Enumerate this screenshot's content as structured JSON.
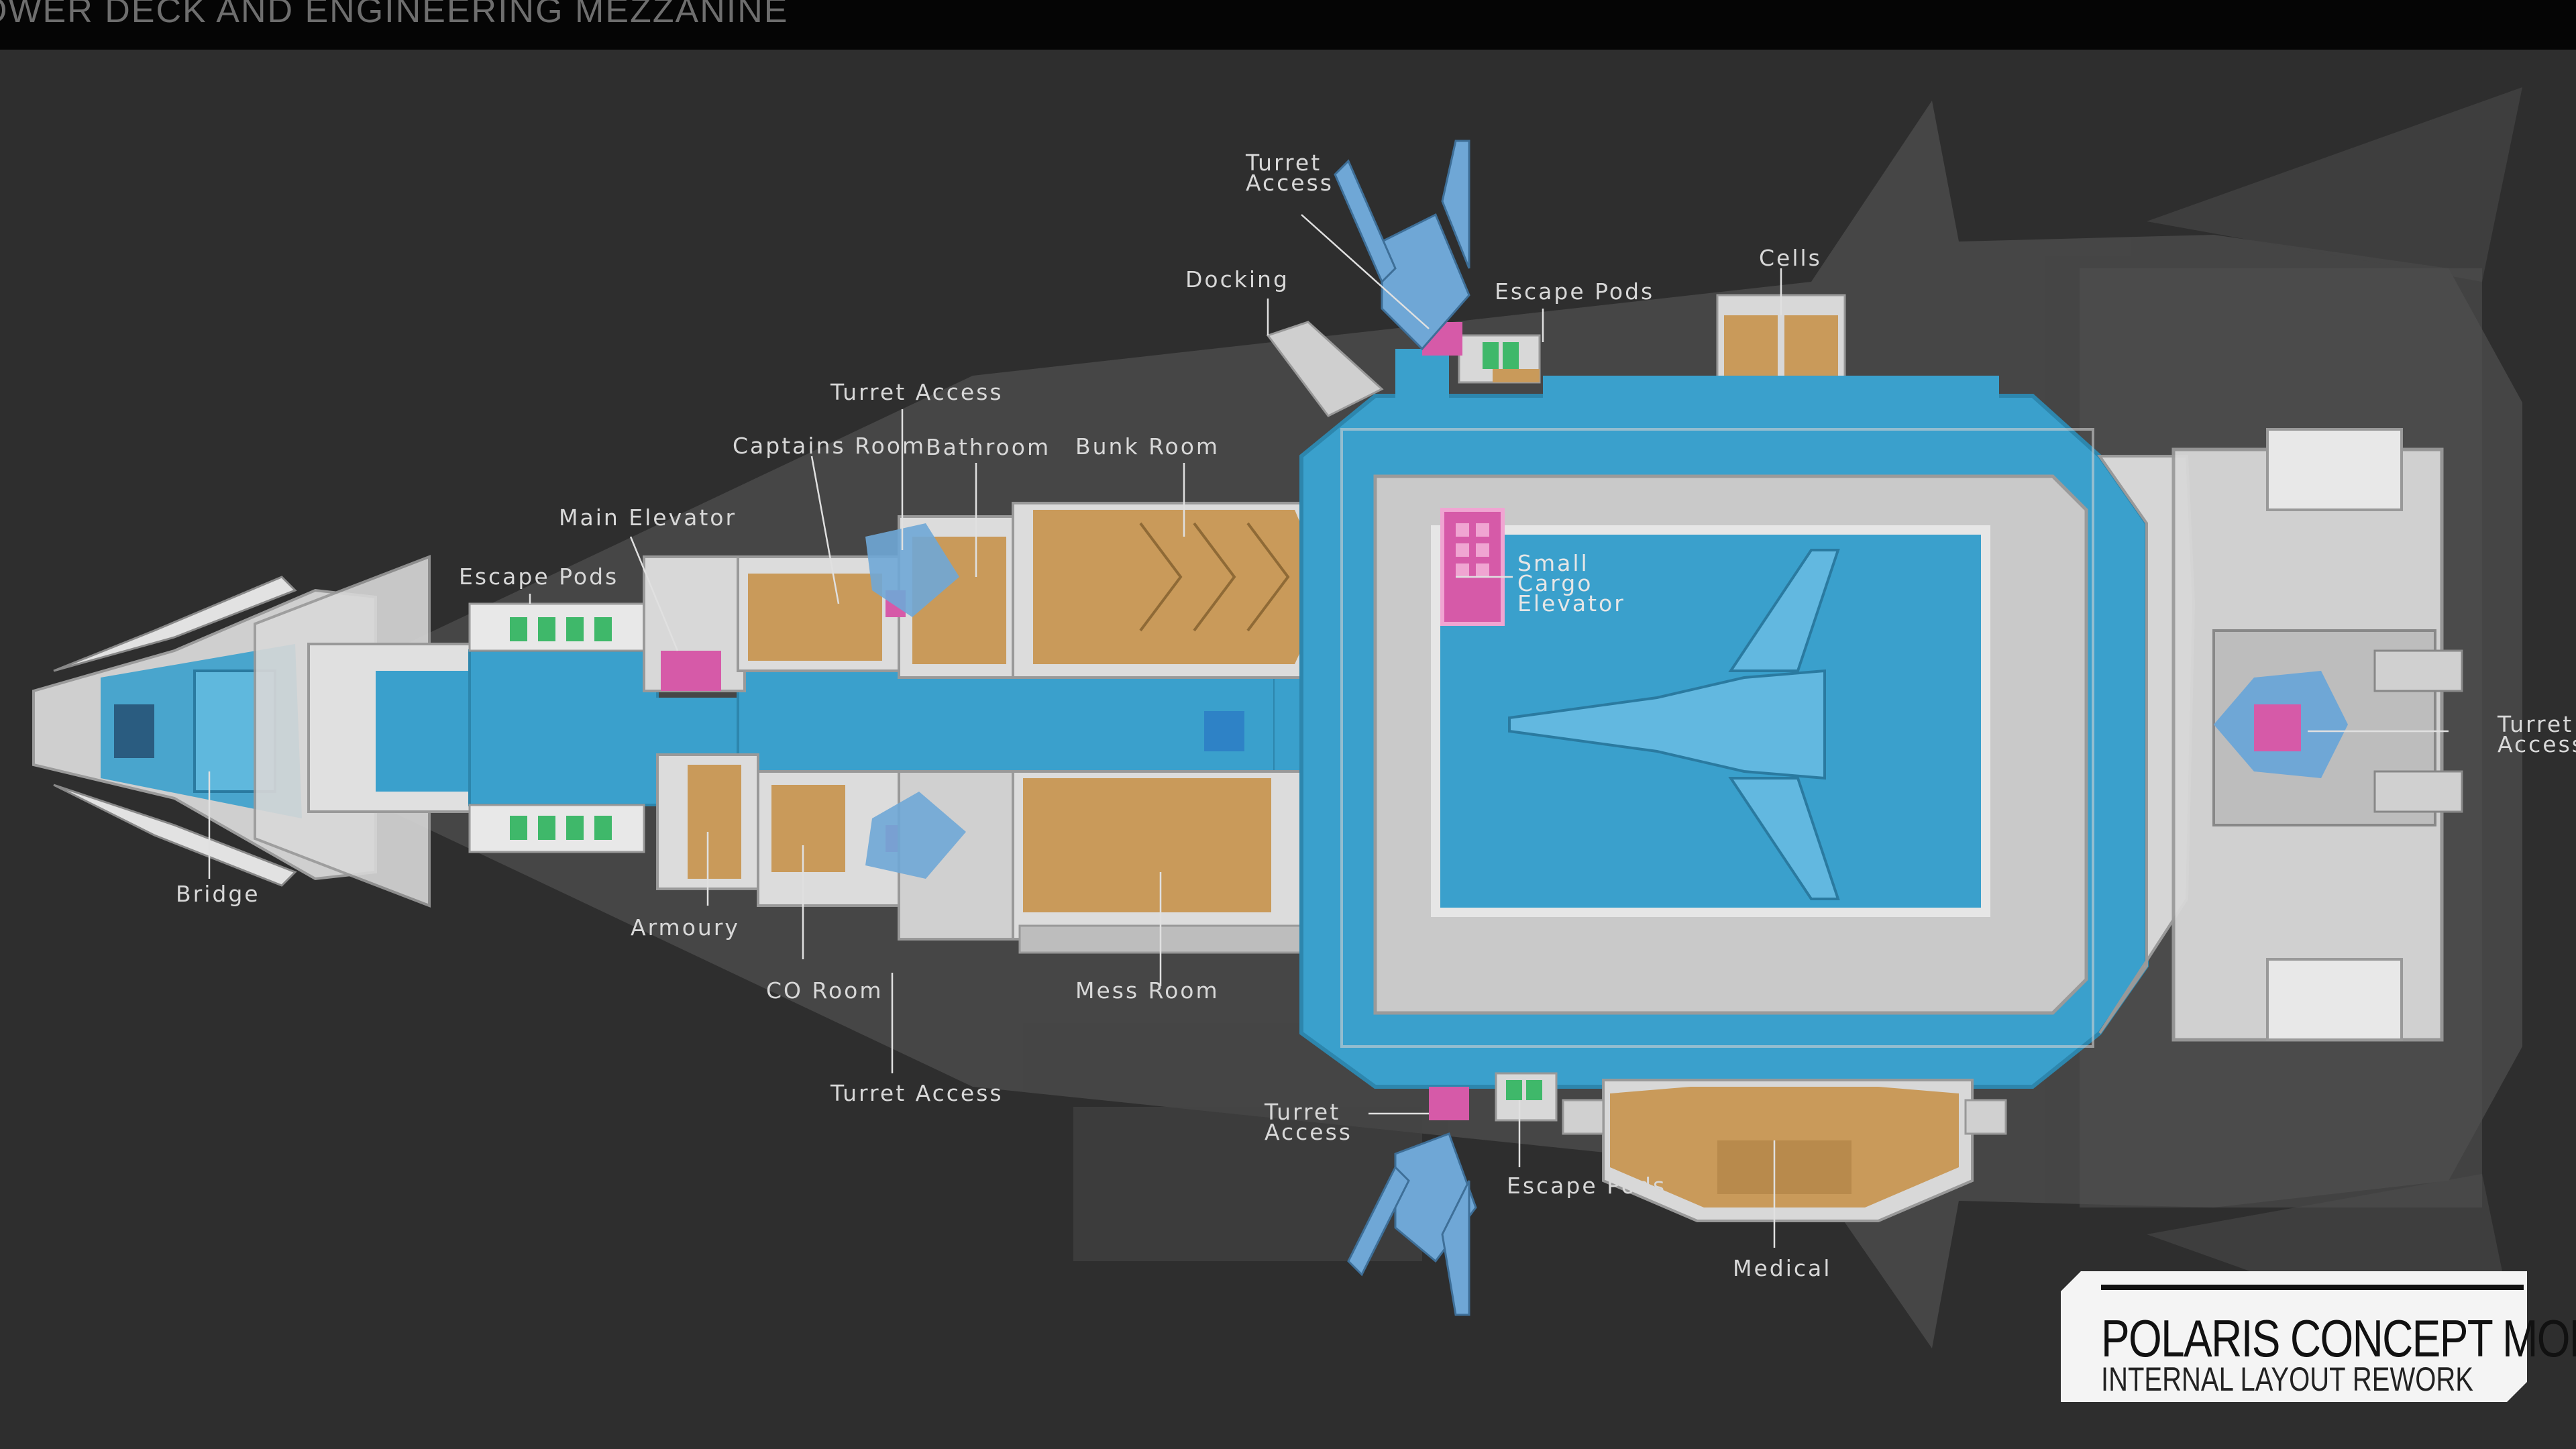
{
  "header": {
    "deck_title": "OWER DECK AND ENGINEERING MEZZANINE"
  },
  "badge": {
    "title": "POLARIS CONCEPT MODEL",
    "subtitle": "INTERNAL LAYOUT REWORK"
  },
  "labels": {
    "bridge": "Bridge",
    "escape_pods_fwd": "Escape Pods",
    "main_elevator": "Main Elevator",
    "captains_room": "Captains Room",
    "turret_access_upper": "Turret Access",
    "bathroom": "Bathroom",
    "bunk_room": "Bunk Room",
    "armoury": "Armoury",
    "co_room": "CO Room",
    "turret_access_lower": "Turret Access",
    "mess_room": "Mess Room",
    "docking": "Docking",
    "turret_access_top": "Turret\nAccess",
    "escape_pods_top": "Escape Pods",
    "cells": "Cells",
    "small_cargo_elevator": "Small\nCargo\nElevator",
    "turret_access_stern": "Turret\nAccess",
    "turret_access_bottom": "Turret\nAccess",
    "escape_pods_bottom": "Escape Pods",
    "medical": "Medical"
  },
  "colors": {
    "background": "#2e2e2e",
    "hull": "#d3d3d3",
    "corridor_blue": "#3aa0cc",
    "room_orange": "#c99a5a",
    "elevator_pink": "#d65aa8",
    "pod_green": "#3fb86a",
    "turret_blue": "#6fa7d6"
  }
}
